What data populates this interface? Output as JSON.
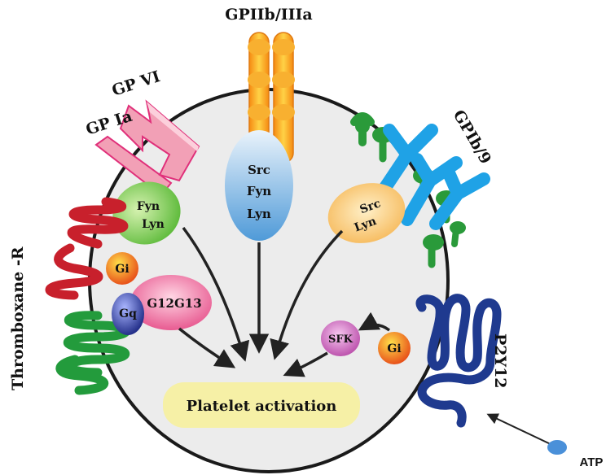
{
  "receptors": {
    "gpiib_iiia": "GPIIb/IIIa",
    "gp_vi": "GP VI",
    "gp_ia": "GP Ia",
    "gpib_9": "GPIb/9",
    "thromboxane_r": "Thromboxane -R",
    "p2y12": "P2Y12"
  },
  "kinases": {
    "fyn_lyn": [
      "Fyn",
      "Lyn"
    ],
    "src_fyn_lyn": [
      "Src",
      "Fyn",
      "Lyn"
    ],
    "src_lyn": [
      "Src",
      "Lyn"
    ],
    "sfk": "SFK"
  },
  "g_proteins": {
    "gi_left": "Gi",
    "gq": "Gq",
    "g12g13": "G12G13",
    "gi_right": "Gi"
  },
  "outcome": "Platelet activation",
  "agonist": "ATP",
  "colors": {
    "cell_fill": "#ececec",
    "cell_stroke": "#1a1a1a",
    "gpiib": "#f6a51c",
    "gpvi": "#f2a0b6",
    "gpvi_edge": "#e0307a",
    "gpib_blue": "#1fa2e6",
    "gpib_green": "#2a9a3a",
    "thromboxane_red": "#c8202c",
    "thromboxane_green": "#239b3c",
    "p2y12": "#1f3a8f",
    "outcome_fill": "#f6f0a6"
  }
}
